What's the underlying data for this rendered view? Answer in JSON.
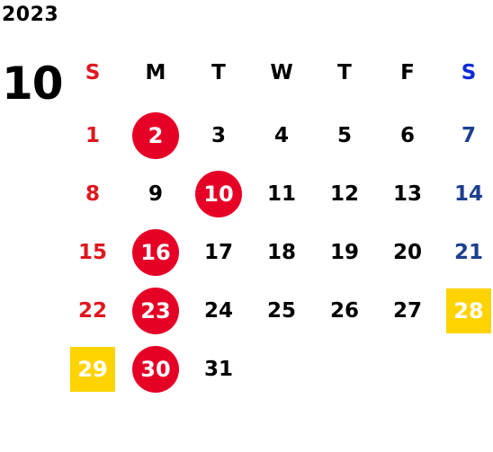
{
  "year": "2023",
  "month": "10",
  "weekdays": [
    "S",
    "M",
    "T",
    "W",
    "T",
    "F",
    "S"
  ],
  "days": [
    [
      "",
      "",
      "",
      "",
      "",
      "",
      ""
    ],
    [
      "1",
      "2",
      "3",
      "4",
      "5",
      "6",
      "7"
    ],
    [
      "8",
      "9",
      "10",
      "11",
      "12",
      "13",
      "14"
    ],
    [
      "15",
      "16",
      "17",
      "18",
      "19",
      "20",
      "21"
    ],
    [
      "22",
      "23",
      "24",
      "25",
      "26",
      "27",
      "28"
    ],
    [
      "29",
      "30",
      "31",
      "",
      "",
      "",
      ""
    ]
  ],
  "colors": {
    "text": "#000000",
    "sunday": "#e0161e",
    "saturday_header": "#0a2bd8",
    "saturday_date": "#1d3f8f",
    "marked_circle": "#e60026",
    "marked_square": "#ffd300",
    "marked_text": "#ffffff"
  },
  "circled_days": [
    "2",
    "10",
    "16",
    "23",
    "30"
  ],
  "squared_days": [
    "28",
    "29"
  ]
}
